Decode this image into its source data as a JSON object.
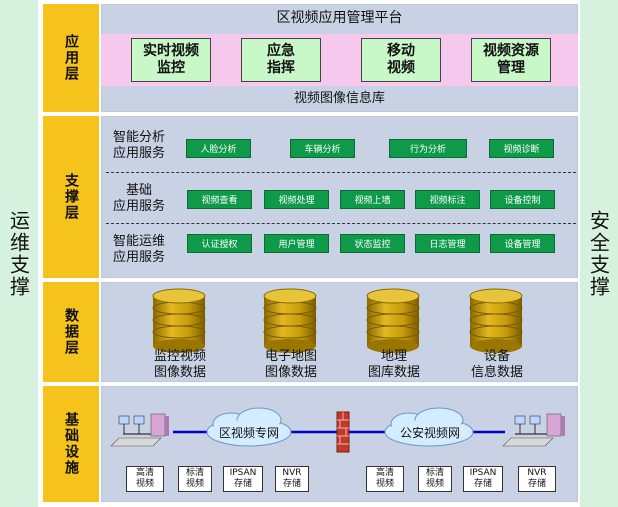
{
  "sides": {
    "left": "运维支撑",
    "right": "安全支撑"
  },
  "layers": {
    "app": "应用层",
    "support": "支撑层",
    "data": "数据层",
    "infra": "基础设施"
  },
  "app_layer": {
    "title": "区视频应用管理平台",
    "boxes": [
      "实时视频\n监控",
      "应急\n指挥",
      "移动\n视频",
      "视频资源\n管理"
    ],
    "library": "视频图像信息库"
  },
  "support_layer": {
    "rows": [
      {
        "label": "智能分析\n应用服务",
        "items": [
          "人脸分析",
          "车辆分析",
          "行为分析",
          "视频诊断"
        ]
      },
      {
        "label": "基础\n应用服务",
        "items": [
          "视频查看",
          "视频处理",
          "视频上墙",
          "视频标注",
          "设备控制"
        ]
      },
      {
        "label": "智能运维\n应用服务",
        "items": [
          "认证授权",
          "用户管理",
          "状态监控",
          "日志管理",
          "设备管理"
        ]
      }
    ]
  },
  "data_layer": {
    "databases": [
      "监控视频\n图像数据",
      "电子地图\n图像数据",
      "地理\n图库数据",
      "设备\n信息数据"
    ]
  },
  "infra_layer": {
    "clouds": [
      "区视频专网",
      "公安视频网"
    ],
    "left_boxes": [
      "高清\n视频",
      "标清\n视频",
      "IPSAN\n存储",
      "NVR\n存储"
    ],
    "right_boxes": [
      "高清\n视频",
      "标清\n视频",
      "IPSAN\n存储",
      "NVR\n存储"
    ]
  },
  "colors": {
    "layer_label": "#f6c21c",
    "side_panel": "#d6f2df",
    "band": "#c9d2e4",
    "app_strip": "#f6c8ee",
    "app_box": "#c8f7c8",
    "chip": "#0f9a4a",
    "database": "#c79a0a",
    "network_line": "#0000cc"
  }
}
